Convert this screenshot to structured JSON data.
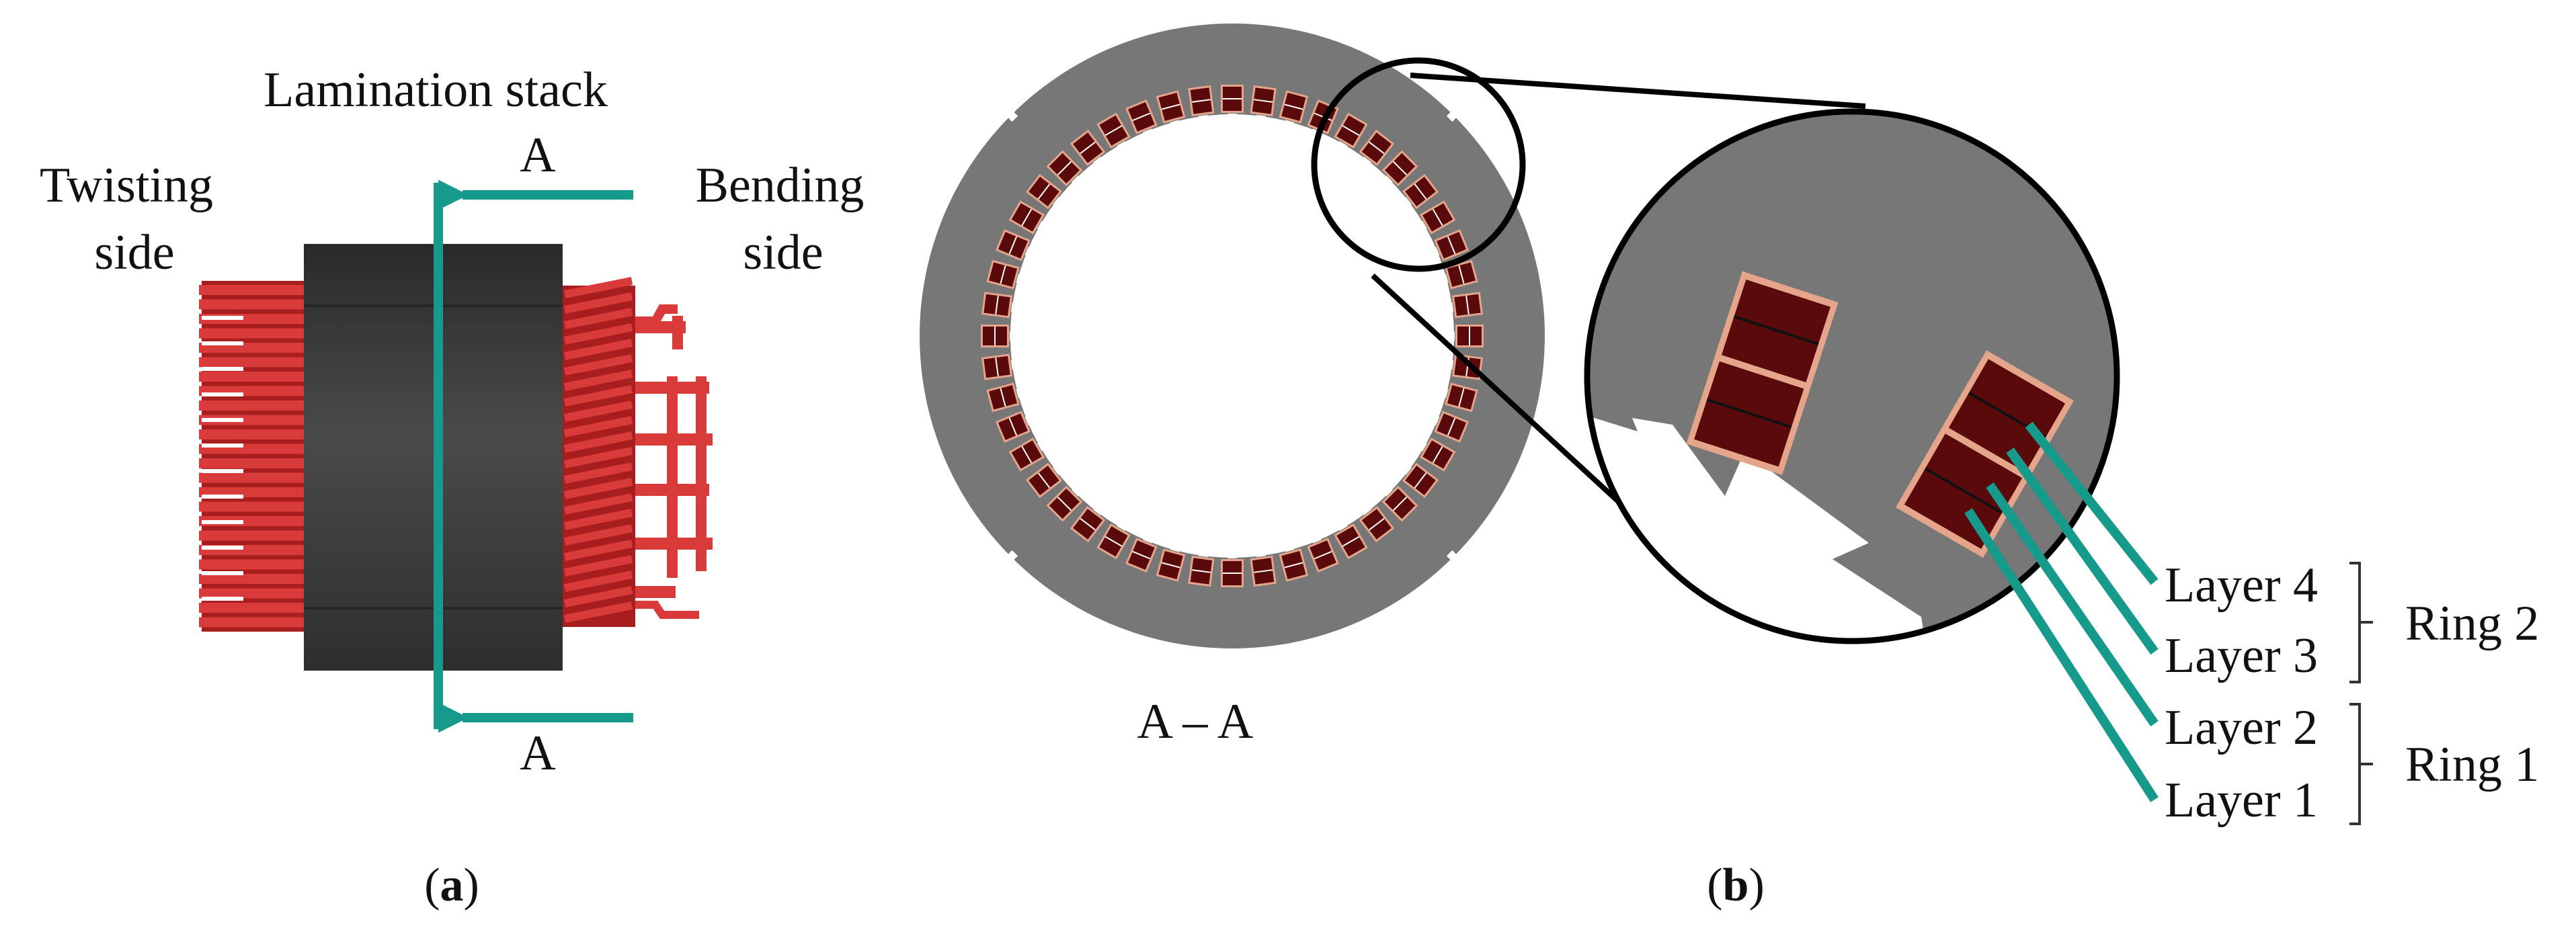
{
  "panel_a": {
    "title": "Lamination stack",
    "twisting_side": [
      "Twisting",
      "side"
    ],
    "bending_side": [
      "Bending",
      "side"
    ],
    "section_top": "A",
    "section_bottom": "A",
    "caption": {
      "open": "(",
      "letter": "a",
      "close": ")"
    }
  },
  "panel_b": {
    "section_label": "A – A",
    "layers": [
      "Layer 4",
      "Layer 3",
      "Layer 2",
      "Layer 1"
    ],
    "rings": [
      "Ring 2",
      "Ring 1"
    ],
    "caption": {
      "open": "(",
      "letter": "b",
      "close": ")"
    }
  },
  "colors": {
    "accent": "#159a8c",
    "conductor": "#d93a3a",
    "stack": "#3c3c3c",
    "core": "#777777",
    "slot": "#5a0a0a",
    "insulation": "#e4a58a"
  }
}
